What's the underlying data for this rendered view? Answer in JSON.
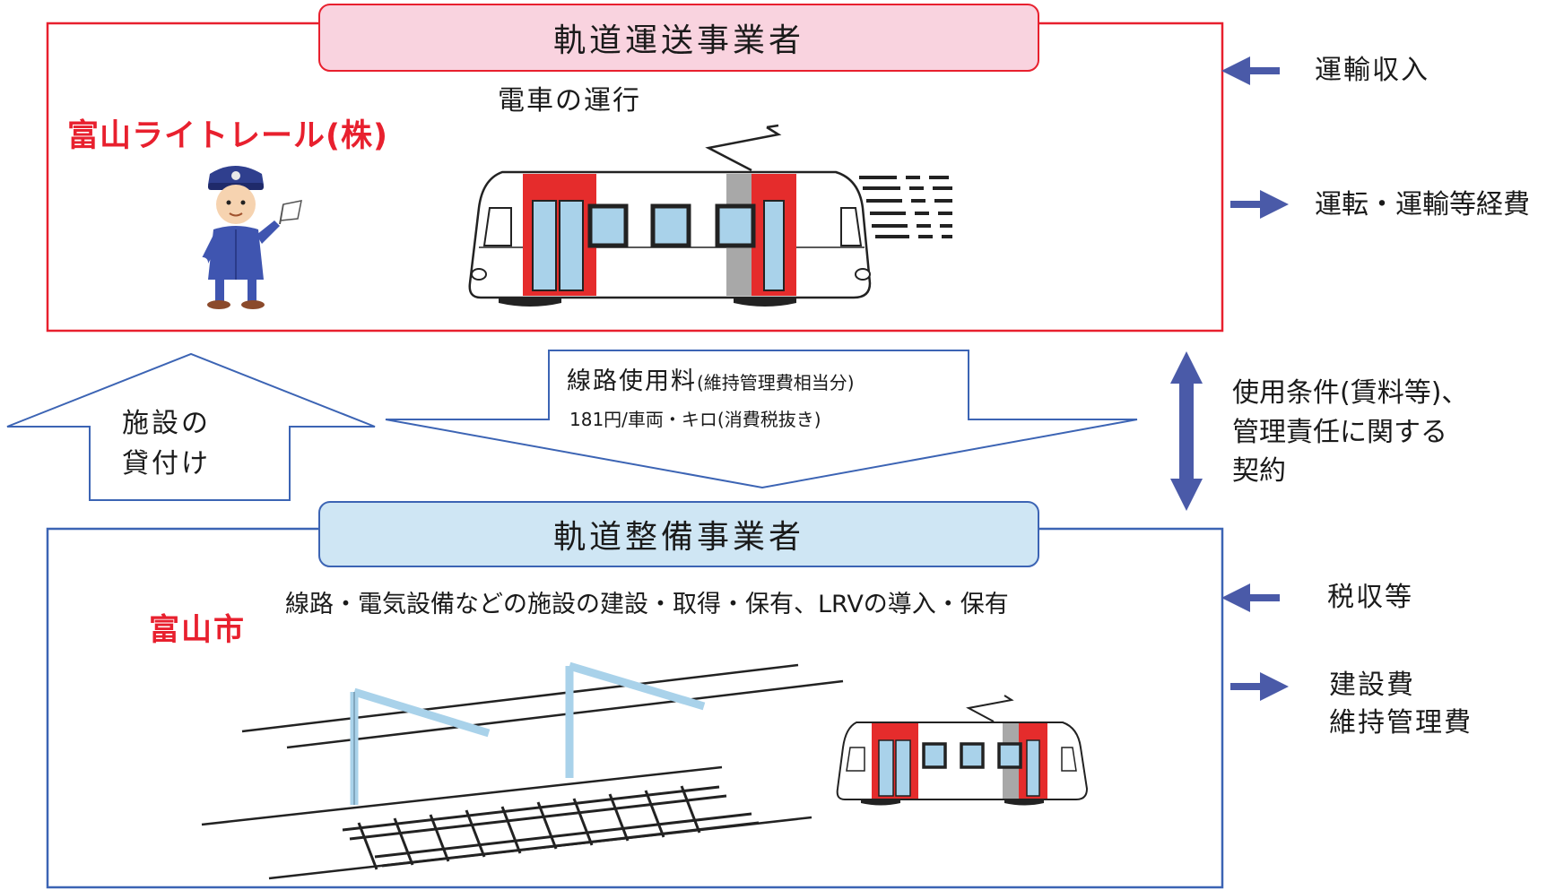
{
  "top": {
    "header": "軌道運送事業者",
    "company": "富山ライトレール(株)",
    "activity": "電車の運行"
  },
  "bottom": {
    "header": "軌道整備事業者",
    "company": "富山市",
    "activity": "線路・電気設備などの施設の建設・取得・保有、LRVの導入・保有"
  },
  "flows": {
    "lease": {
      "line1": "施設の",
      "line2": "貸付け"
    },
    "fee": {
      "label": "線路使用料",
      "label_note": "(維持管理費相当分)",
      "rate": "181円/車両・キロ(消費税抜き)"
    },
    "contract": {
      "line1": "使用条件(賃料等)、",
      "line2": "管理責任に関する",
      "line3": "契約"
    }
  },
  "side": {
    "top_in": "運輸収入",
    "top_out": "運転・運輸等経費",
    "bottom_in": "税収等",
    "bottom_out_1": "建設費",
    "bottom_out_2": "維持管理費"
  },
  "colors": {
    "top_border": "#e8202e",
    "top_header_fill": "#f9d3df",
    "bottom_border": "#3c64b4",
    "bottom_header_fill": "#cfe6f4",
    "company_text": "#e8202e",
    "arrow_blue": "#4a5aa8",
    "tram_red": "#e52c2c",
    "tram_gray": "#a8a8a8",
    "tram_window": "#a9d2ea"
  }
}
